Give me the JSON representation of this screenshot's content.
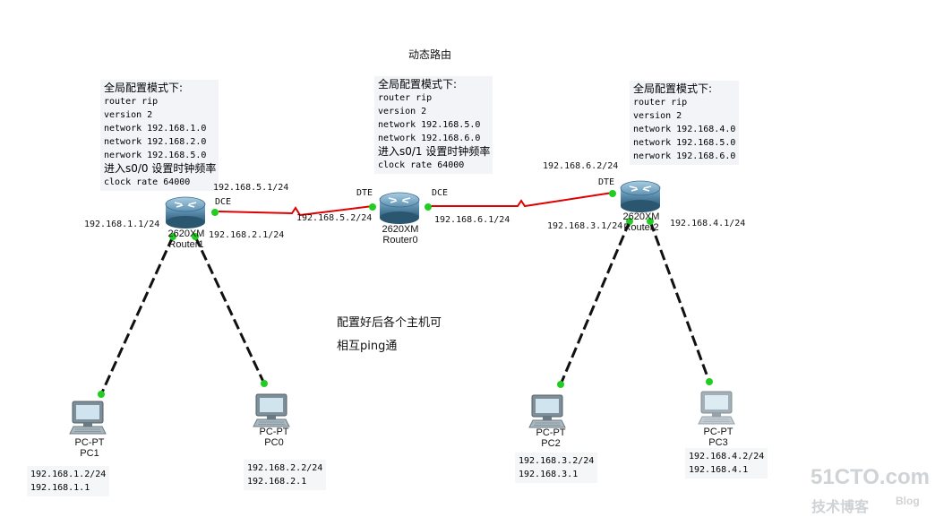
{
  "title": "动态路由",
  "note": [
    "配置好后各个主机可",
    "相互ping通"
  ],
  "config_left": [
    "全局配置模式下:",
    "router rip",
    "version 2",
    "network 192.168.1.0",
    "network 192.168.2.0",
    "nerwork 192.168.5.0",
    "进入s0/0 设置时钟频率",
    "clock rate 64000"
  ],
  "config_mid": [
    "全局配置模式下:",
    "router rip",
    "version 2",
    "network 192.168.5.0",
    "network 192.168.6.0",
    "进入s0/1 设置时钟频率",
    "clock rate 64000"
  ],
  "config_right": [
    "全局配置模式下:",
    "router rip",
    "version 2",
    "network 192.168.4.0",
    "network 192.168.5.0",
    "nerwork 192.168.6.0"
  ],
  "routers": {
    "r1": {
      "model": "2620XM",
      "name": "Router1",
      "ip_s0": "192.168.5.1/24",
      "ip_f0": "192.168.1.1/24",
      "ip_f1": "192.168.2.1/24",
      "dce": "DCE"
    },
    "r0": {
      "model": "2620XM",
      "name": "Router0",
      "ip_left": "192.168.5.2/24",
      "ip_right": "192.168.6.1/24",
      "dte": "DTE",
      "dce": "DCE"
    },
    "r2": {
      "model": "2620XM",
      "name": "Router2",
      "ip_s0": "192.168.6.2/24",
      "ip_f0": "192.168.3.1/24",
      "ip_f1": "192.168.4.1/24",
      "dte": "DTE"
    }
  },
  "pcs": {
    "pc1": {
      "type": "PC-PT",
      "name": "PC1",
      "ip": "192.168.1.2/24",
      "gw": "192.168.1.1"
    },
    "pc0": {
      "type": "PC-PT",
      "name": "PC0",
      "ip": "192.168.2.2/24",
      "gw": "192.168.2.1"
    },
    "pc2": {
      "type": "PC-PT",
      "name": "PC2",
      "ip": "192.168.3.2/24",
      "gw": "192.168.3.1"
    },
    "pc3": {
      "type": "PC-PT",
      "name": "PC3",
      "ip": "192.168.4.2/24",
      "gw": "192.168.4.1"
    }
  },
  "watermark": {
    "brand": "51CTO.com",
    "sub": "技术博客",
    "blog": "Blog"
  },
  "colors": {
    "serial_link": "#e00000",
    "ethernet_link": "#111111",
    "port_up": "#22cc22",
    "router_body": "#4a7fa3",
    "config_bg": "#f2f4f8"
  }
}
